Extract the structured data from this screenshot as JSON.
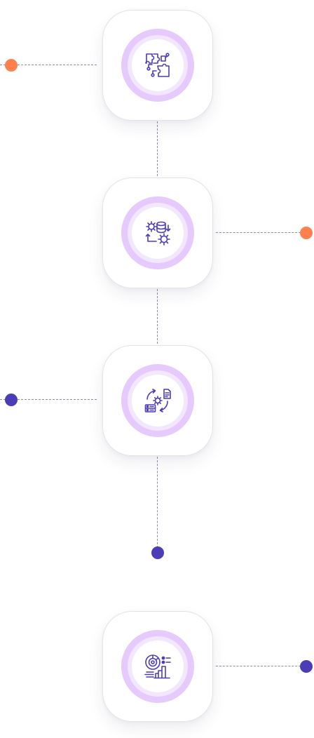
{
  "colors": {
    "connector": "#8b8aa8",
    "dot_orange": "#ff7f4f",
    "dot_purple": "#4b3cb8",
    "icon_stroke": "#4b3cb8",
    "ring_outer": "#e6c9fd",
    "ring_inner": "#f2e7fe"
  },
  "steps": [
    {
      "icon": "puzzle-icon",
      "connector_side": "left",
      "dot_color": "orange"
    },
    {
      "icon": "database-gears-icon",
      "connector_side": "right",
      "dot_color": "orange"
    },
    {
      "icon": "process-automation-icon",
      "connector_side": "left",
      "dot_color": "purple"
    },
    {
      "icon": "analytics-report-icon",
      "connector_side": "right",
      "dot_color": "purple"
    }
  ]
}
